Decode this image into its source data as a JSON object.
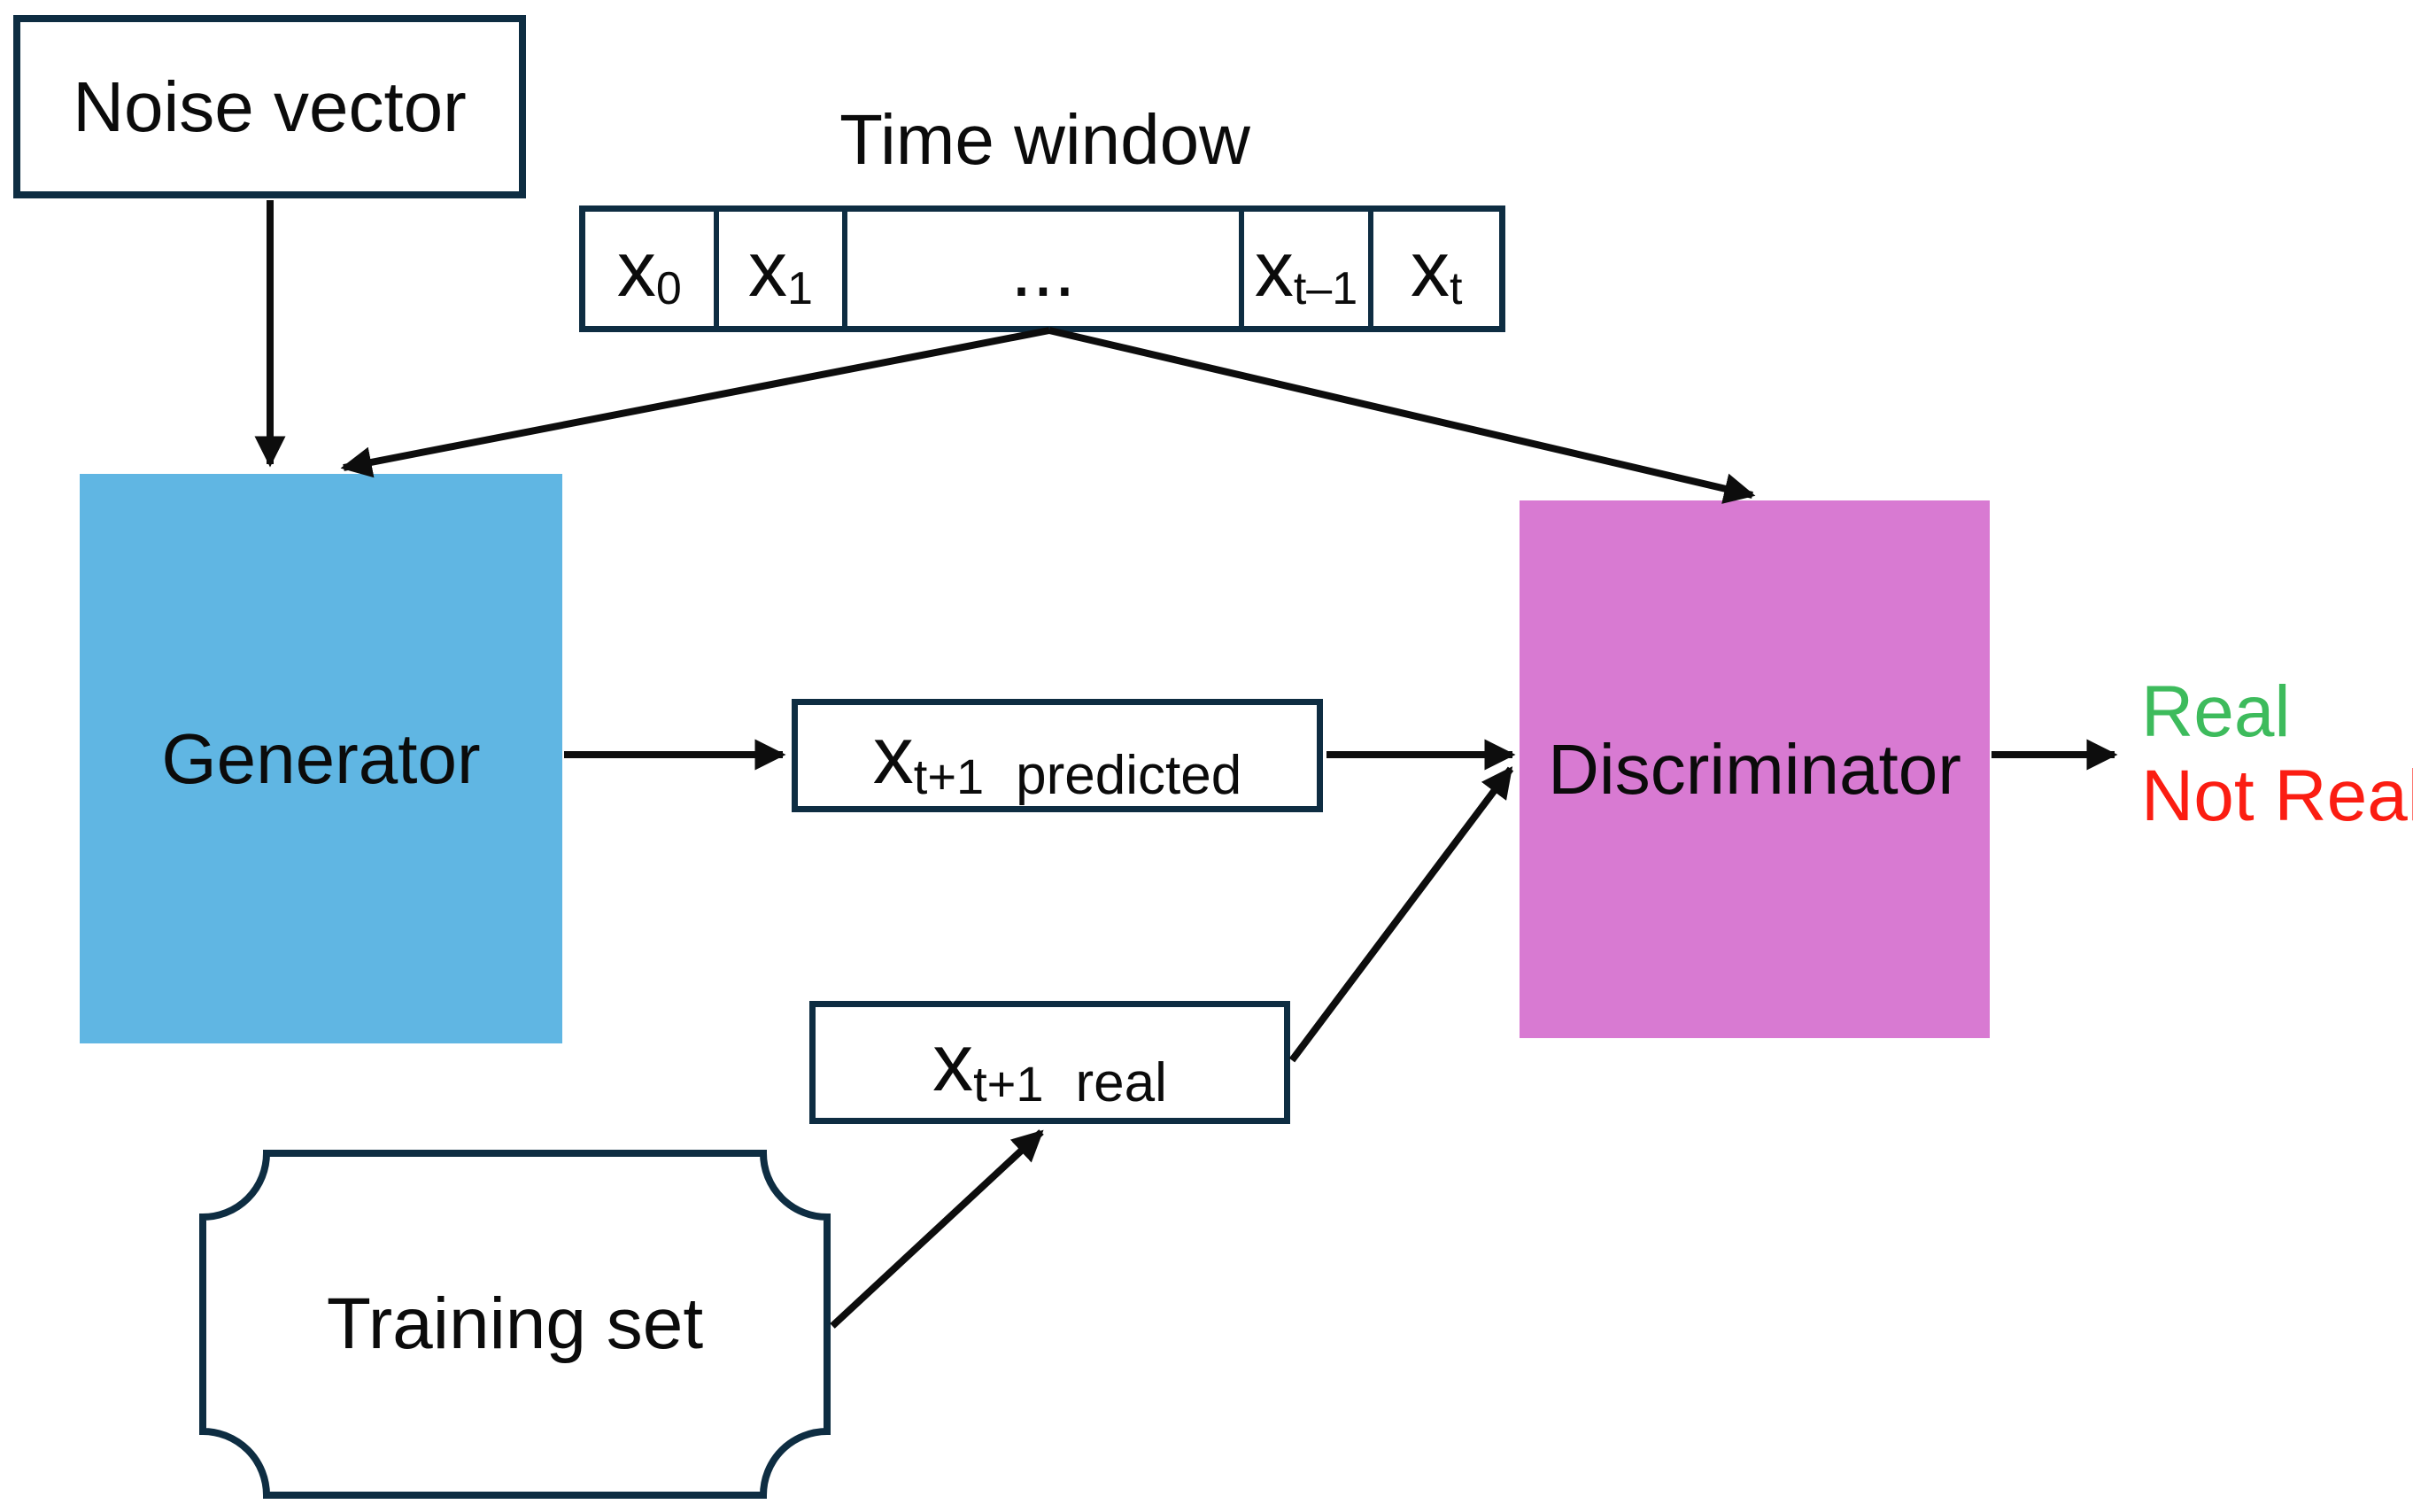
{
  "diagram": {
    "noise_box": {
      "label": "Noise vector"
    },
    "time_window": {
      "title": "Time window",
      "cells": [
        {
          "main": "x",
          "sub": "0"
        },
        {
          "main": "x",
          "sub": "1"
        },
        {
          "main": "...",
          "sub": ""
        },
        {
          "main": "x",
          "sub": "t–1"
        },
        {
          "main": "x",
          "sub": "t"
        }
      ]
    },
    "generator": {
      "label": "Generator"
    },
    "discriminator": {
      "label": "Discriminator"
    },
    "predicted_box": {
      "main": "x",
      "sub": "t+1",
      "label": "predicted"
    },
    "real_box": {
      "main": "x",
      "sub": "t+1",
      "label": "real"
    },
    "training_set": {
      "label": "Training set"
    },
    "outputs": {
      "real": "Real",
      "not_real": "Not Real"
    }
  },
  "colors": {
    "canvas_bg": "#ffffff",
    "outline_navy": "#0E2D42",
    "generator_fill": "#60B6E3",
    "discriminator_fill": "#D87AD2",
    "arrow_black": "#0d0d0d",
    "real_green": "#3DBB5C",
    "not_real_red": "#FB1D12",
    "text_black": "#0b0b0b"
  }
}
